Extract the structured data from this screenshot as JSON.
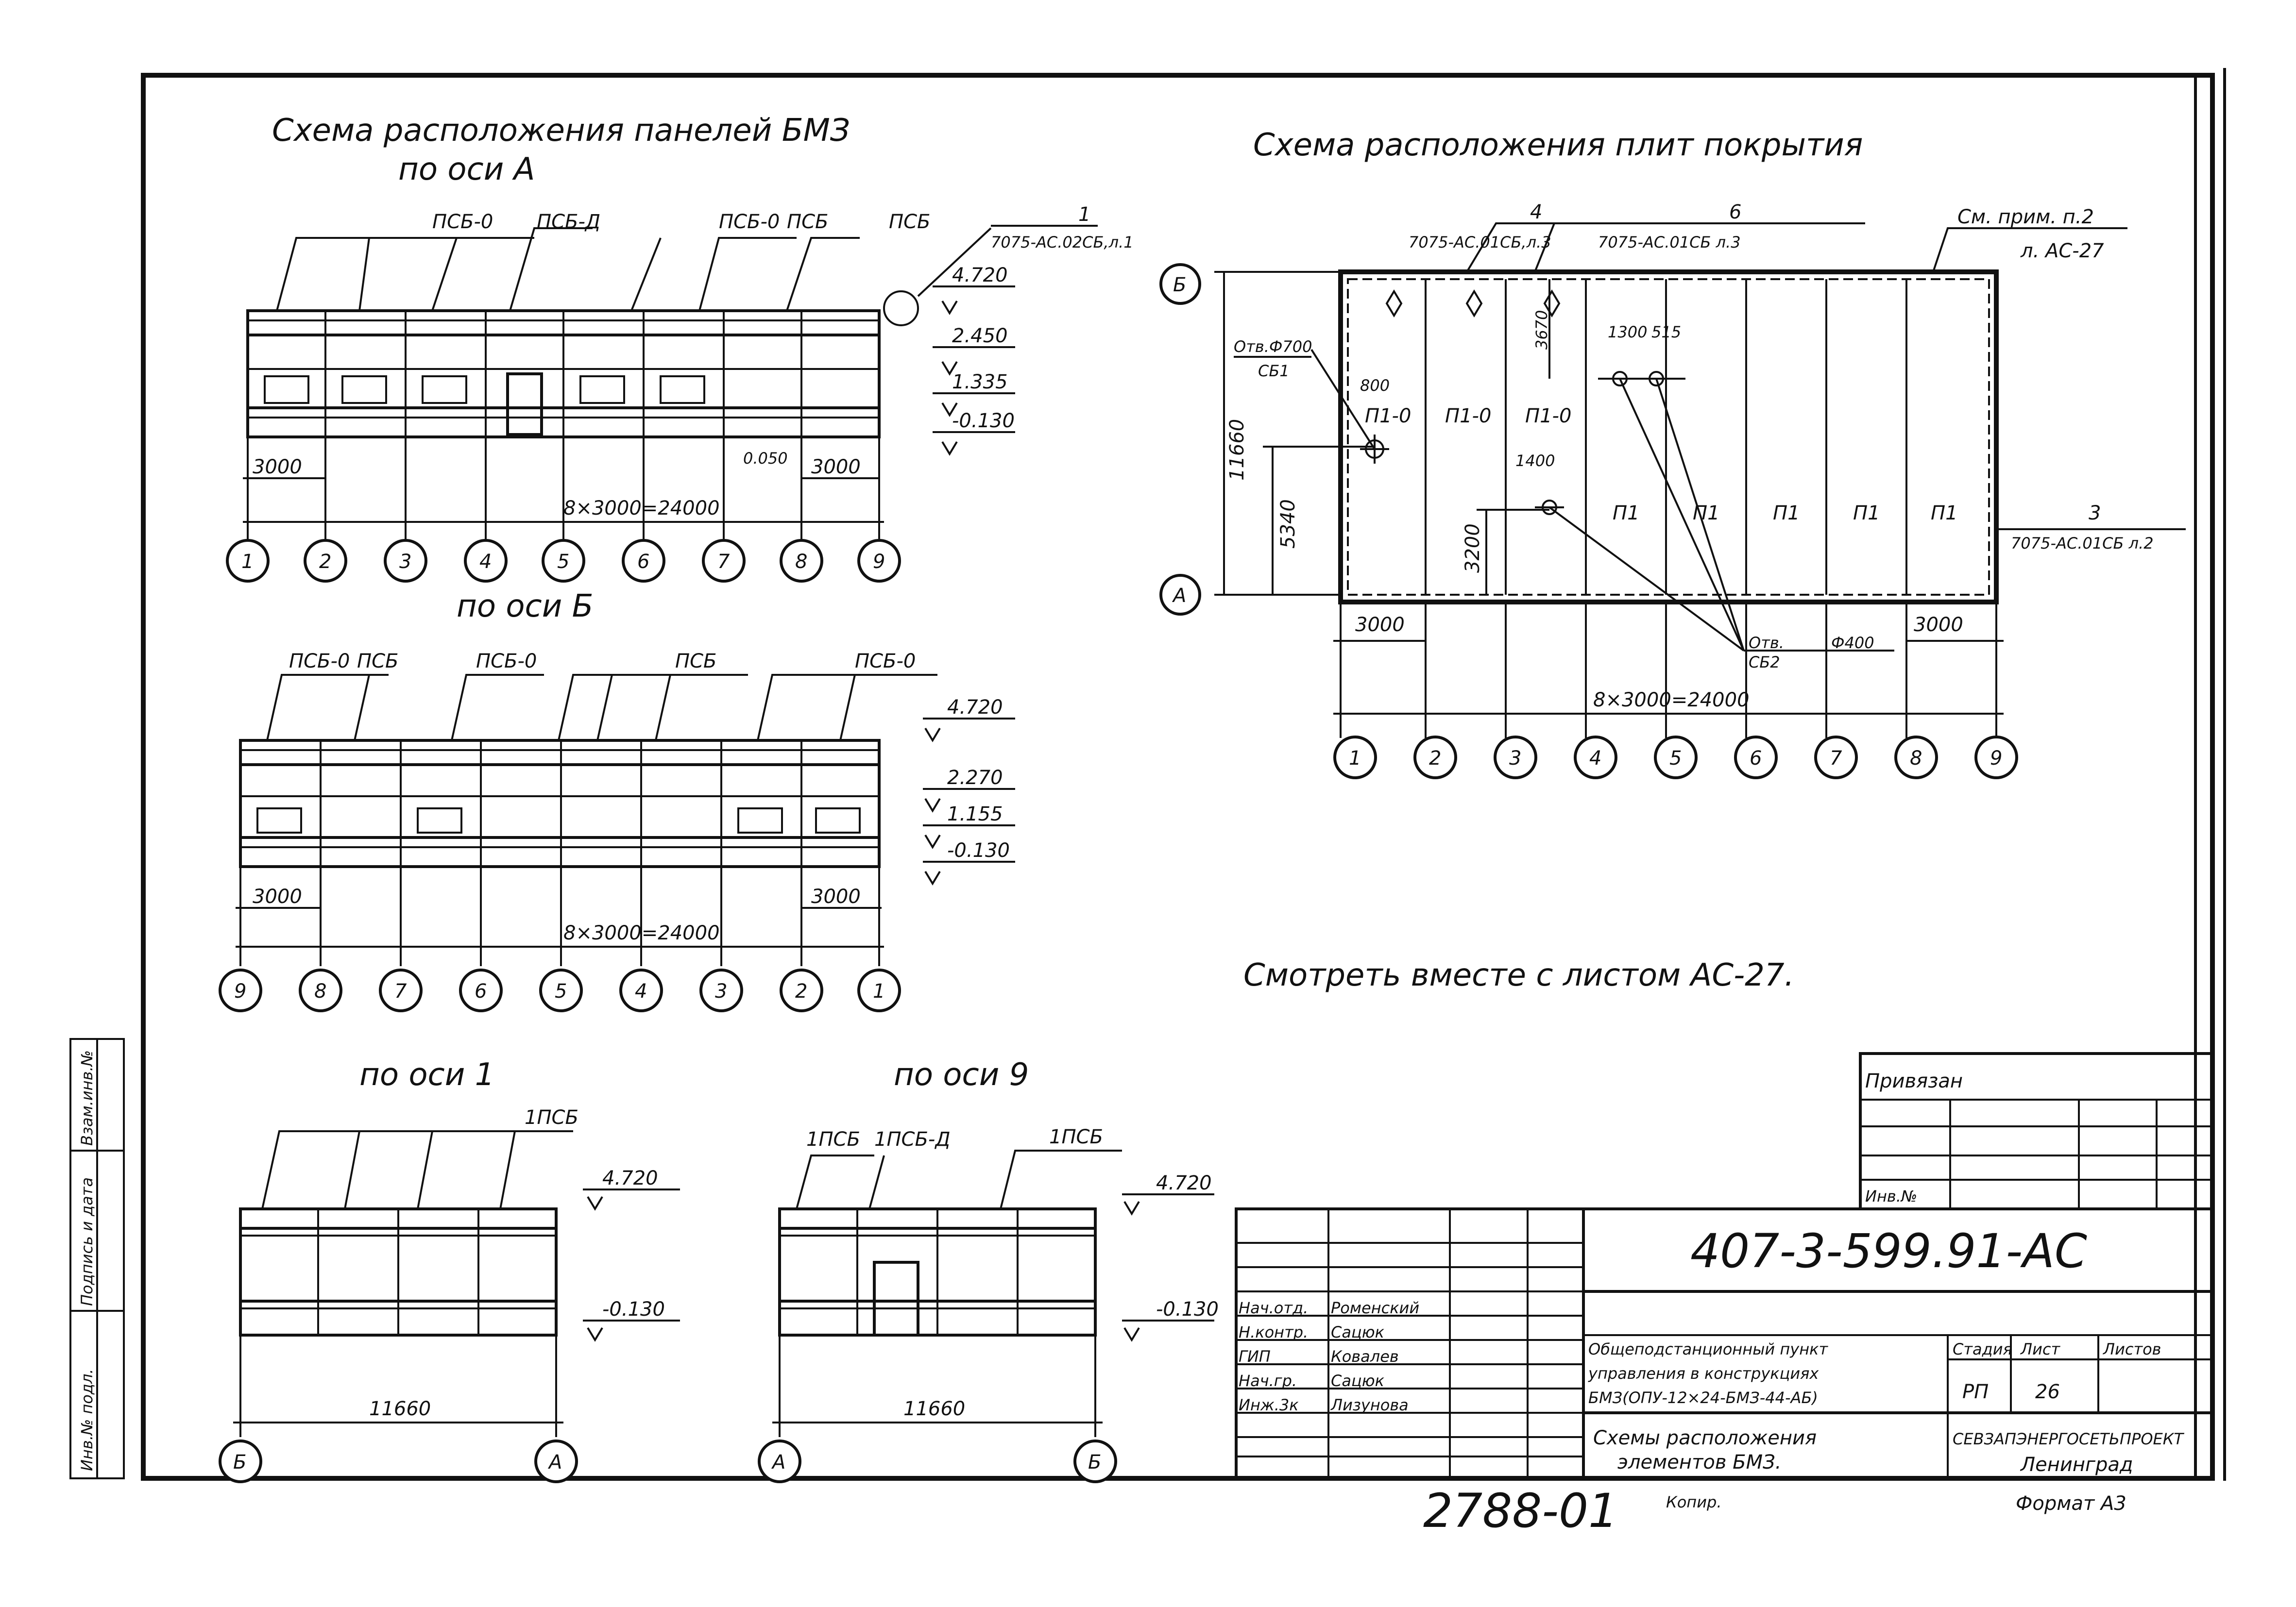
{
  "drawing": {
    "title_panels_a_line1": "Схема расположения панелей БМЗ",
    "title_panels_a_line2": "по оси А",
    "title_panels_b": "по оси Б",
    "title_axis1": "по оси 1",
    "title_axis9": "по оси 9",
    "title_roof": "Схема расположения плит покрытия",
    "see_with": "Смотреть вместе с листом АС-27."
  },
  "panels_a": {
    "labels": [
      "ПСБ-0",
      "ПСБ-Д",
      "ПСБ-0",
      "ПСБ",
      "ПСБ"
    ],
    "ref_number": "1",
    "ref_doc": "7075-АС.02СБ,л.1",
    "levels": [
      "4.720",
      "2.450",
      "1.335",
      "-0.130"
    ],
    "offset": "0.050",
    "span_left": "3000",
    "span_right": "3000",
    "total": "8×3000=24000",
    "axes": [
      "1",
      "2",
      "3",
      "4",
      "5",
      "6",
      "7",
      "8",
      "9"
    ]
  },
  "panels_b": {
    "labels": [
      "ПСБ-0",
      "ПСБ",
      "ПСБ-0",
      "ПСБ",
      "ПСБ-0"
    ],
    "levels": [
      "4.720",
      "2.270",
      "1.155",
      "-0.130"
    ],
    "span_left": "3000",
    "span_right": "3000",
    "total": "8×3000=24000",
    "axes": [
      "9",
      "8",
      "7",
      "6",
      "5",
      "4",
      "3",
      "2",
      "1"
    ]
  },
  "panels_1": {
    "label": "1ПСБ",
    "levels": [
      "4.720",
      "-0.130"
    ],
    "span": "11660",
    "axes": [
      "Б",
      "А"
    ]
  },
  "panels_9": {
    "labels": [
      "1ПСБ",
      "1ПСБ-Д",
      "1ПСБ"
    ],
    "levels": [
      "4.720",
      "-0.130"
    ],
    "span": "11660",
    "axes": [
      "А",
      "Б"
    ]
  },
  "roof": {
    "ref4_num": "4",
    "ref4_doc": "7075-АС.01СБ,л.3",
    "ref6_num": "6",
    "ref6_doc": "7075-АС.01СБ л.3",
    "ref3_num": "3",
    "ref3_doc": "7075-АС.01СБ л.2",
    "note_1": "См. прим. п.2",
    "note_2": "л. АС-27",
    "hole1_a": "Отв.Ф700",
    "hole1_b": "СБ1",
    "hole2_a": "Отв.",
    "hole2_b": "СБ2",
    "hole2_dia": "Ф400",
    "slab_p10": "П1-0",
    "slab_p1": "П1",
    "dim_height": "11660",
    "dim_5340": "5340",
    "dim_3200": "3200",
    "dim_3670": "3670",
    "dim_1300": "1300",
    "dim_515": "515",
    "dim_1400": "1400",
    "dim_800": "800",
    "span_left": "3000",
    "span_right": "3000",
    "total": "8×3000=24000",
    "axes": [
      "1",
      "2",
      "3",
      "4",
      "5",
      "6",
      "7",
      "8",
      "9"
    ],
    "row_axes": [
      "Б",
      "А"
    ]
  },
  "stamp": {
    "linked": "Привязан",
    "inv": "Инв.№",
    "code": "407-3-599.91-АС",
    "roles": [
      "Нач.отд.",
      "Н.контр.",
      "ГИП",
      "Нач.гр.",
      "Инж.3к"
    ],
    "names": [
      "Роменский",
      "Сацюк",
      "Ковалев",
      "Сацюк",
      "Лизунова"
    ],
    "project_1": "Общеподстанционный пункт",
    "project_2": "управления в конструкциях",
    "project_3": "БМЗ(ОПУ-12×24-БМЗ-44-АБ)",
    "stage_h": "Стадия",
    "sheet_h": "Лист",
    "sheets_h": "Листов",
    "stage": "РП",
    "sheet": "26",
    "sheet_title_1": "Схемы расположения",
    "sheet_title_2": "элементов БМЗ.",
    "org": "СЕВЗАПЭНЕРГОСЕТЬПРОЕКТ",
    "city": "Ленинград",
    "copied": "Копир.",
    "format": "Формат А3",
    "archive": "2788-01"
  },
  "side_stamp": {
    "items": [
      "Инв.№ подл.",
      "Подпись и дата",
      "Взам.инв.№"
    ]
  }
}
